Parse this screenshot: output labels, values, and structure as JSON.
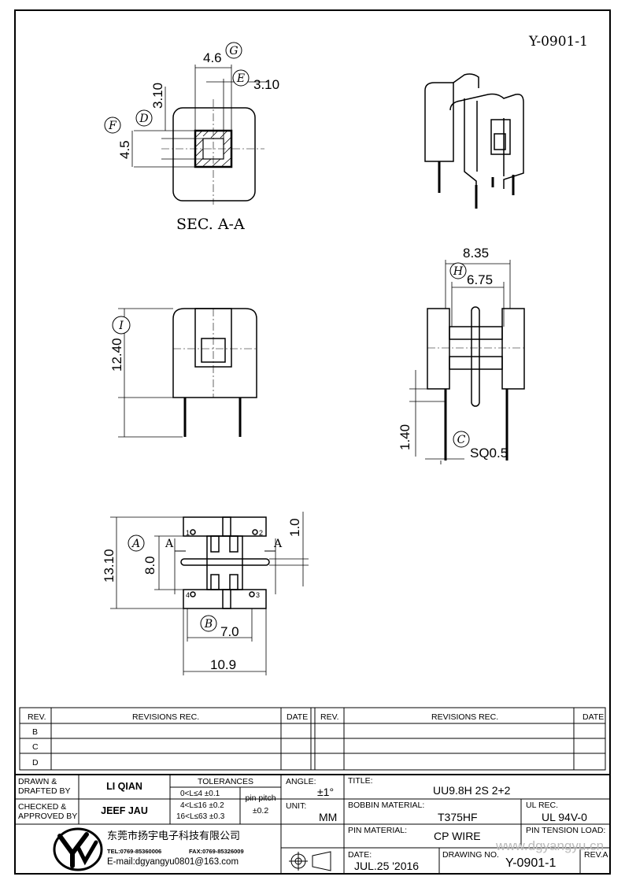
{
  "drawing_id_top": "Y-0901-1",
  "views": {
    "section_label": "SEC. A-A",
    "dims": {
      "d46": "4.6",
      "d310a": "3.10",
      "d310b": "3.10",
      "d45": "4.5",
      "d835": "8.35",
      "d675": "6.75",
      "d1240": "12.40",
      "d140": "1.40",
      "sq05": "SQ0.5",
      "d1310": "13.10",
      "d80": "8.0",
      "d10": "1.0",
      "d70": "7.0",
      "d109": "10.9"
    },
    "balloons": [
      "G",
      "E",
      "F",
      "D",
      "H",
      "I",
      "C",
      "A",
      "B"
    ],
    "section_marks": [
      "A",
      "A"
    ],
    "pin_numbers": [
      "1",
      "2",
      "4",
      "3"
    ]
  },
  "revisions": {
    "headers": {
      "rev": "REV.",
      "rec": "REVISIONS   REC.",
      "date": "DATE"
    },
    "rows": [
      "B",
      "C",
      "D"
    ]
  },
  "title_block": {
    "drawn_by_label": "DRAWN &\nDRAFTED BY",
    "drawn_by": "LI QIAN",
    "checked_label": "CHECKED &\nAPPROVED BY",
    "checked_by": "JEEF JAU",
    "tolerances_label": "TOLERANCES",
    "tol1": "0<L≤4    ±0.1",
    "tol2": "4<L≤16  ±0.2",
    "tol3": "16<L≤63  ±0.3",
    "pin_pitch_label": "pin pitch",
    "pin_pitch_val": "±0.2",
    "angle_label": "ANGLE:",
    "angle_val": "±1°",
    "unit_label": "UNIT:",
    "unit_val": "MM",
    "title_label": "TITLE:",
    "title_val": "UU9.8H  2S  2+2",
    "bobbin_label": "BOBBIN MATERIAL:",
    "bobbin_val": "T375HF",
    "ul_label": "UL REC.",
    "ul_val": "UL  94V-0",
    "pin_material_label": "PIN MATERIAL:",
    "pin_material_val": "CP  WIRE",
    "pin_tension_label": "PIN TENSION LOAD:",
    "date_label": "DATE:",
    "date_val": "JUL.25  '2016",
    "drawing_no_label": "DRAWING NO.",
    "drawing_no_val": "Y-0901-1",
    "rev_label": "REV.A",
    "company": "东莞市扬宇电子科技有限公司",
    "tel": "TEL:0769-85360006",
    "fax": "FAX:0769-85326009",
    "email": "E-mail:dgyangyu0801@163.com",
    "website": "www.dgyangyu.cn"
  }
}
